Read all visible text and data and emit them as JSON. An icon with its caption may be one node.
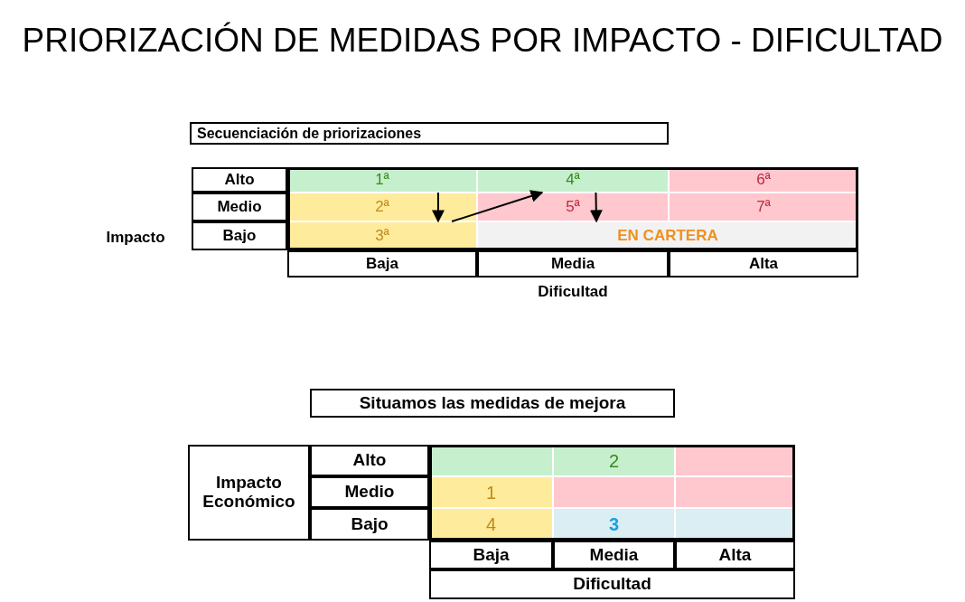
{
  "diagram": {
    "title": "PRIORIZACIÓN DE MEDIDAS POR IMPACTO - DIFICULTAD",
    "nodes": [
      {
        "text": [
          "1ª"
        ]
      },
      {
        "text": [
          "4ª"
        ]
      },
      {
        "text": [
          "3ª"
        ]
      },
      {
        "text": [
          "EN CARTERA"
        ]
      }
    ],
    "edges": [
      {
        "from": 0,
        "to": 2,
        "arrow": "to"
      },
      {
        "from": 2,
        "to": 1,
        "arrow": "to"
      },
      {
        "from": 1,
        "to": 3,
        "arrow": "to"
      }
    ],
    "labels": [
      "Secuenciación de priorizaciones",
      "Alto",
      "6ª",
      "Medio",
      "2ª",
      "5ª",
      "7ª",
      "Impacto",
      "Bajo",
      "Baja",
      "Media",
      "Alta",
      "Dificultad",
      "Situamos las medidas de mejora",
      "Impacto Económico",
      "Alto",
      "2",
      "Medio",
      "1",
      "Bajo",
      "4",
      "3",
      "Baja",
      "Media",
      "Alta",
      "Dificultad"
    ]
  }
}
